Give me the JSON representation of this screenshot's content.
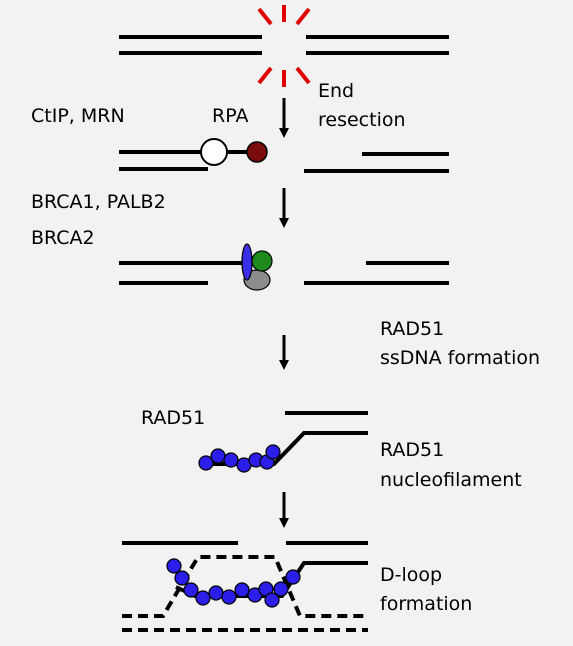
{
  "labels": {
    "end_resection_1": "End",
    "end_resection_2": "resection",
    "ctip_mrn": "CtIP, MRN",
    "rpa": "RPA",
    "brca1_palb2": "BRCA1, PALB2",
    "brca2": "BRCA2",
    "rad51_ssdna_1": "RAD51",
    "rad51_ssdna_2": "ssDNA formation",
    "rad51_left": "RAD51",
    "rad51_nucleo_1": "RAD51",
    "rad51_nucleo_2": "nucleofilament",
    "dloop_1": "D-loop",
    "dloop_2": "formation"
  },
  "colors": {
    "dna": "#000000",
    "break_marks": "#e00000",
    "rpa_small": "#7b0d0d",
    "rad51": "#2b1ee8",
    "brca_blue": "#3a2ee6",
    "brca_green": "#1e8a1e",
    "brca_gray": "#8c8c8c",
    "background": "#f2f2f2"
  },
  "icons": [
    "double-strand-break",
    "rpa-complex",
    "brca-complex",
    "rad51-bead",
    "down-arrow"
  ]
}
